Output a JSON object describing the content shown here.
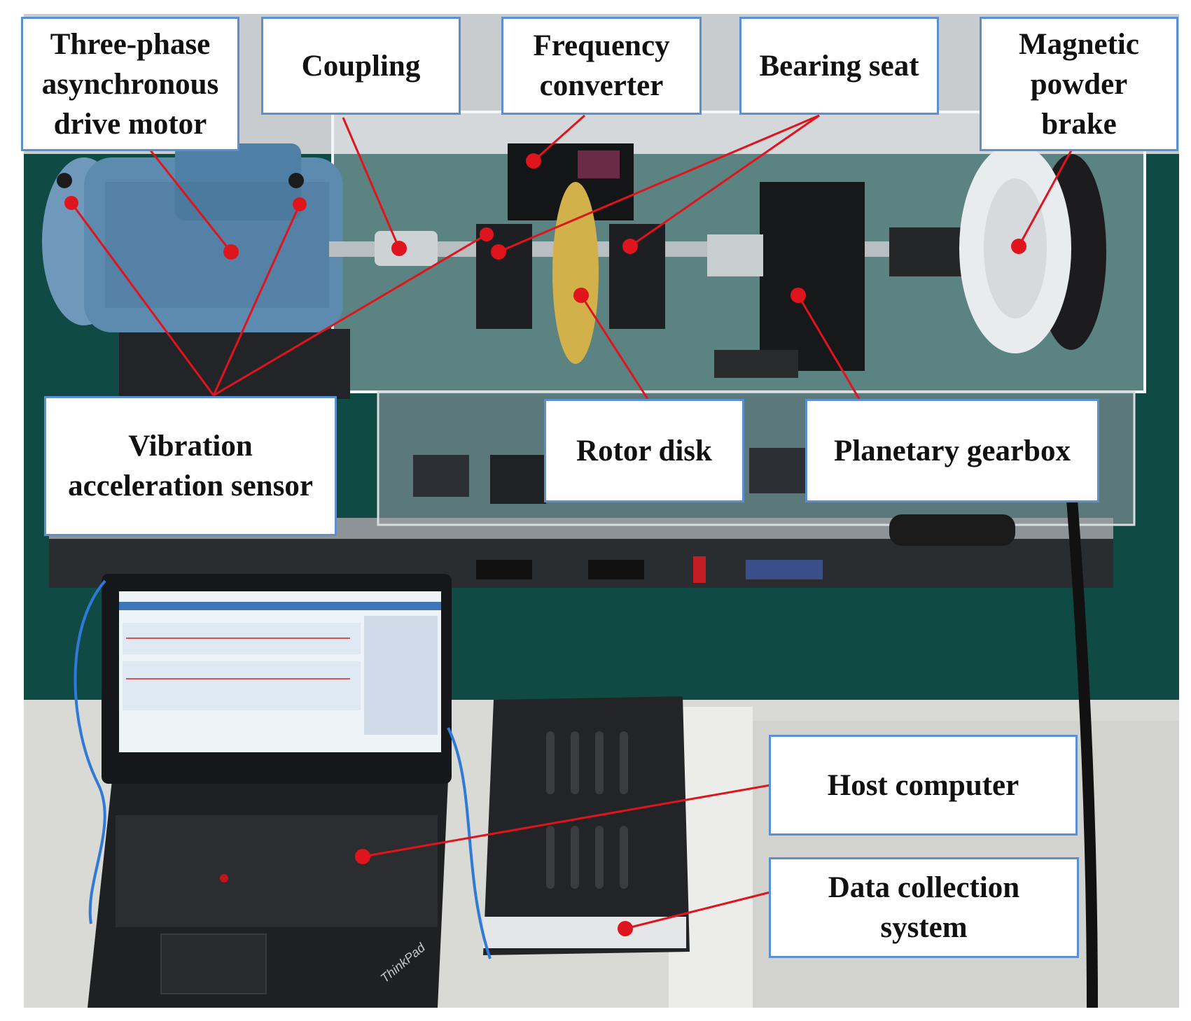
{
  "colors": {
    "label_border": "#5b8fd0",
    "leader_line": "#e0141c",
    "table_green": "#0f4a45",
    "floor_gray": "#d9d9d6",
    "motor_blue": "#5d8bb0"
  },
  "labels": {
    "motor": [
      "Three-phase",
      "asynchronous",
      "drive motor"
    ],
    "coupling": [
      "Coupling"
    ],
    "converter": [
      "Frequency",
      "converter"
    ],
    "bearing": [
      "Bearing seat"
    ],
    "brake": [
      "Magnetic",
      "powder",
      "brake"
    ],
    "sensor": [
      "Vibration",
      "acceleration sensor"
    ],
    "rotor": [
      "Rotor disk"
    ],
    "gearbox": [
      "Planetary gearbox"
    ],
    "host": [
      "Host computer"
    ],
    "daq": [
      "Data collection",
      "system"
    ]
  },
  "laptop": {
    "brand": "ThinkPad"
  }
}
